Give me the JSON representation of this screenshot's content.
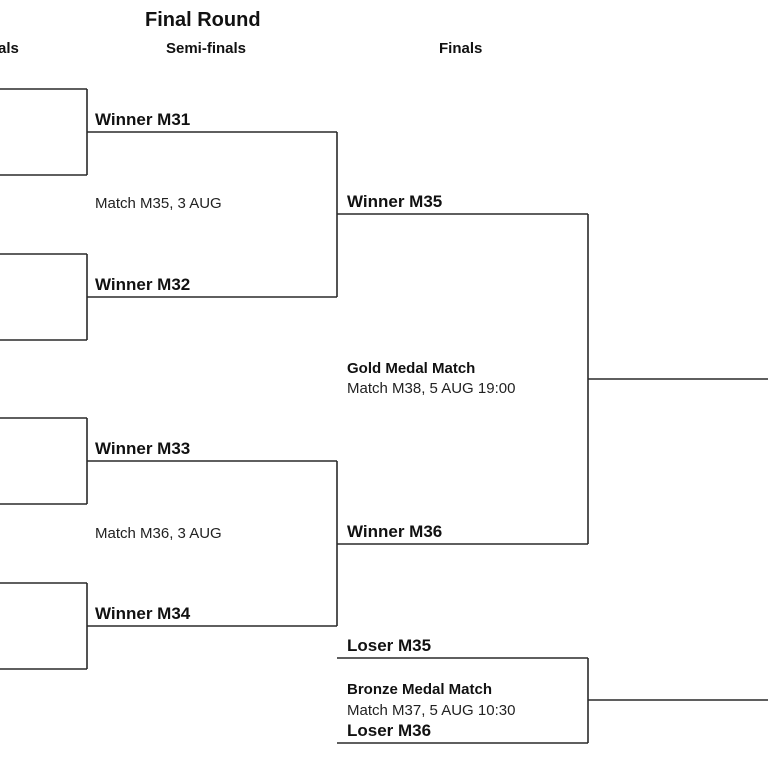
{
  "title": "Final Round",
  "headers": {
    "quarterfinals_partial": "als",
    "semifinals": "Semi-finals",
    "finals": "Finals"
  },
  "semifinals": {
    "slots": [
      "Winner M31",
      "Winner M32",
      "Winner M33",
      "Winner M34"
    ],
    "match_top": "Match M35, 3 AUG",
    "match_bottom": "Match M36, 3 AUG"
  },
  "finals": {
    "gold": {
      "slots": [
        "Winner M35",
        "Winner M36"
      ],
      "label": "Gold Medal Match",
      "match": "Match M38, 5 AUG 19:00"
    },
    "bronze": {
      "slots": [
        "Loser M35",
        "Loser M36"
      ],
      "label": "Bronze Medal Match",
      "match": "Match M37, 5 AUG 10:30"
    }
  },
  "colors": {
    "line": "#2a2a2a",
    "text": "#111111"
  }
}
